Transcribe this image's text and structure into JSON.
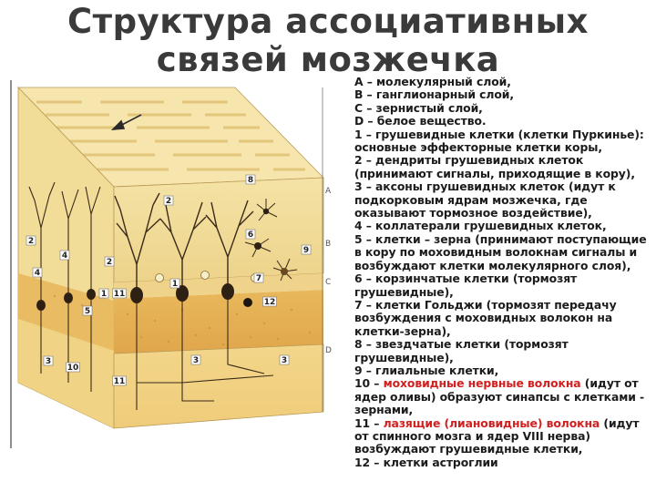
{
  "title": {
    "line1": "Структура ассоциативных",
    "line2": "связей мозжечка"
  },
  "diagram": {
    "layer_letters": [
      "A",
      "B",
      "C",
      "D"
    ],
    "callouts": [
      "8",
      "2",
      "2",
      "6",
      "4",
      "2",
      "4",
      "9",
      "7",
      "1",
      "1",
      "11",
      "12",
      "5",
      "3",
      "3",
      "3",
      "10",
      "11"
    ]
  },
  "legend": {
    "items": [
      {
        "text": "A – молекулярный слой,",
        "highlight": ""
      },
      {
        "text": "B – ганглионарный слой,",
        "highlight": ""
      },
      {
        "text": "C – зернистый слой,",
        "highlight": ""
      },
      {
        "text": "D – белое вещество.",
        "highlight": ""
      },
      {
        "text": "1 – грушевидные клетки (клетки Пуркинье): основные эффекторные клетки коры,",
        "highlight": ""
      },
      {
        "text": "2 – дендриты грушевидных клеток (принимают сигналы, приходящие в кору),",
        "highlight": ""
      },
      {
        "text": "3 – аксоны грушевидных клеток (идут к подкорковым ядрам мозжечка, где оказывают тормозное воздействие),",
        "highlight": ""
      },
      {
        "text": "4 – коллатерали грушевидных клеток,",
        "highlight": ""
      },
      {
        "text": "5 – клетки – зерна (принимают поступающие в кору по моховидным волокнам сигналы и возбуждают клетки молекулярного слоя),",
        "highlight": ""
      },
      {
        "text": "6 – корзинчатые клетки (тормозят грушевидные),",
        "highlight": ""
      },
      {
        "text": "7 – клетки Гольджи (тормозят передачу возбуждения с моховидных волокон на клетки-зерна),",
        "highlight": ""
      },
      {
        "text": "8 – звездчатые клетки (тормозят грушевидные),",
        "highlight": ""
      },
      {
        "text": "9 – глиальные клетки,",
        "highlight": ""
      },
      {
        "text": "10 – ",
        "highlight": "моховидные нервные волокна",
        "rest": " (идут от ядер оливы) образуют синапсы с клетками - зернами,"
      },
      {
        "text": "11 – ",
        "highlight": "лазящие (лиановидные) волокна",
        "rest": " (идут от спинного мозга и ядер VIII нерва) возбуждают грушевидные клетки,"
      },
      {
        "text": "12 – клетки астроглии",
        "highlight": ""
      }
    ]
  }
}
